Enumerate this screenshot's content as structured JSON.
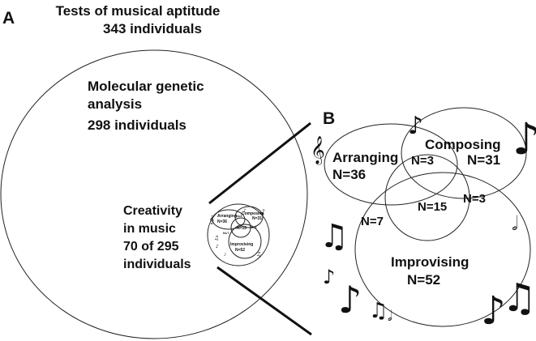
{
  "panel_a": {
    "letter": "A",
    "top_title": [
      "Tests of musical aptitude",
      "343 individuals"
    ],
    "molecular": [
      "Molecular genetic",
      "analysis",
      "298 individuals"
    ],
    "creativity": [
      "Creativity",
      "in music",
      "70 of 295",
      "individuals"
    ]
  },
  "panel_b": {
    "letter": "B",
    "arranging": [
      "Arranging",
      "N=36"
    ],
    "composing": [
      "Composing",
      "N=31"
    ],
    "improvising": [
      "Improvising",
      "N=52"
    ],
    "overlaps": {
      "arranging_composing": "N=3",
      "composing_improvising": "N=3",
      "arranging_improvising": "N=7",
      "all_three": "N=15"
    }
  },
  "icons": {
    "treble_clef": "treble-clef-icon",
    "eighth_note": "eighth-note-icon",
    "beamed_notes": "beamed-eighth-notes-icon",
    "half_note": "half-note-icon"
  }
}
